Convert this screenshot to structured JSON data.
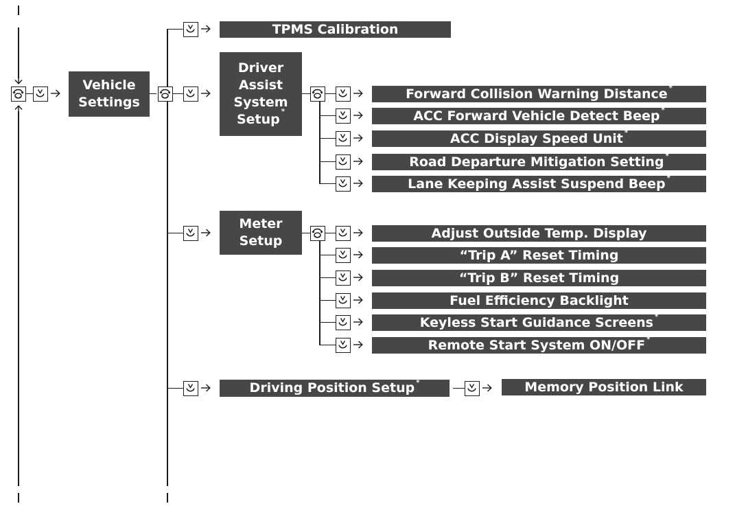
{
  "icons": {
    "back": "back-icon",
    "select": "select-icon",
    "arrow": "arrow-right-icon"
  },
  "colors": {
    "box_fill": "#474747",
    "box_text": "#ffffff",
    "lines": "#1a1a1a"
  },
  "nodes": {
    "vehicle_settings": {
      "line1": "Vehicle",
      "line2": "Settings"
    },
    "tpms_calibration": {
      "label": "TPMS Calibration"
    },
    "driver_assist_system_setup": {
      "line1": "Driver",
      "line2": "Assist",
      "line3": "System",
      "line4": "Setup",
      "asterisk": "*"
    },
    "forward_collision_warning_distance": {
      "label": "Forward Collision Warning Distance",
      "asterisk": "*"
    },
    "acc_forward_vehicle_detect_beep": {
      "label": "ACC Forward Vehicle Detect Beep",
      "asterisk": "*"
    },
    "acc_display_speed_unit": {
      "label": "ACC Display Speed Unit",
      "asterisk": "*"
    },
    "road_departure_mitigation_setting": {
      "label": "Road Departure Mitigation Setting",
      "asterisk": "*"
    },
    "lane_keeping_assist_suspend_beep": {
      "label": "Lane Keeping Assist Suspend Beep",
      "asterisk": "*"
    },
    "meter_setup": {
      "line1": "Meter",
      "line2": "Setup"
    },
    "adjust_outside_temp_display": {
      "label": "Adjust Outside Temp. Display"
    },
    "trip_a_reset_timing": {
      "label": "“Trip A” Reset Timing"
    },
    "trip_b_reset_timing": {
      "label": "“Trip B” Reset Timing"
    },
    "fuel_efficiency_backlight": {
      "label": "Fuel Efficiency Backlight"
    },
    "keyless_start_guidance_screens": {
      "label": "Keyless Start Guidance Screens",
      "asterisk": "*"
    },
    "remote_start_system_onoff": {
      "label": "Remote Start System ON/OFF",
      "asterisk": "*"
    },
    "driving_position_setup": {
      "label": "Driving Position Setup",
      "asterisk": "*"
    },
    "memory_position_link": {
      "label": "Memory Position Link"
    }
  }
}
